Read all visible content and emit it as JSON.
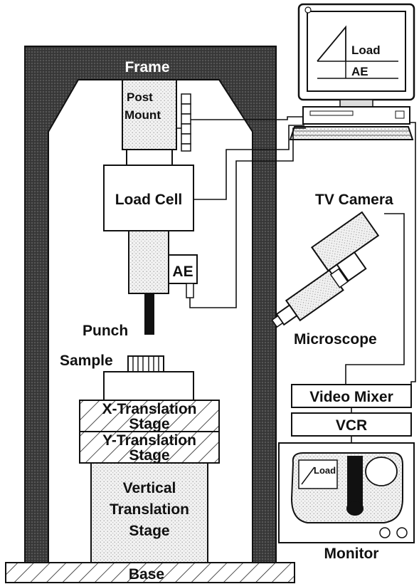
{
  "labels": {
    "frame": "Frame",
    "post_mount_1": "Post",
    "post_mount_2": "Mount",
    "load_cell": "Load Cell",
    "ae_sensor": "AE",
    "punch": "Punch",
    "sample": "Sample",
    "x_stage_1": "X-Translation",
    "x_stage_2": "Stage",
    "y_stage_1": "Y-Translation",
    "y_stage_2": "Stage",
    "vert_stage_1": "Vertical",
    "vert_stage_2": "Translation",
    "vert_stage_3": "Stage",
    "base": "Base",
    "computer_load": "Load",
    "computer_ae": "AE",
    "tv_camera": "TV Camera",
    "microscope": "Microscope",
    "video_mixer": "Video Mixer",
    "vcr": "VCR",
    "monitor_load": "Load",
    "monitor": "Monitor"
  }
}
